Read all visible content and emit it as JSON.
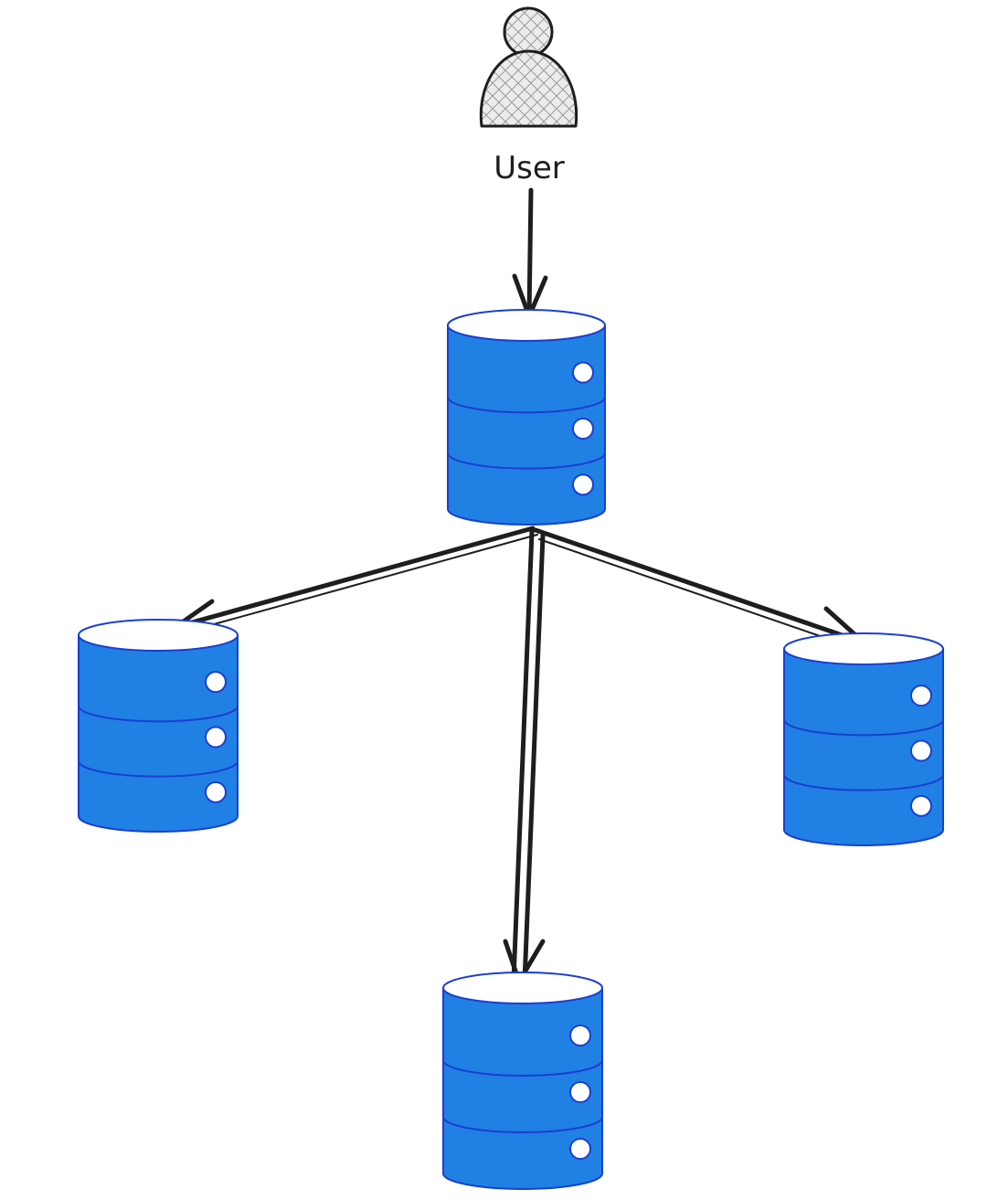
{
  "diagram": {
    "user_label": "User",
    "nodes": [
      {
        "id": "primary",
        "kind": "database",
        "icon": "database-icon"
      },
      {
        "id": "replica-left",
        "kind": "database",
        "icon": "database-icon"
      },
      {
        "id": "replica-bottom",
        "kind": "database",
        "icon": "database-icon"
      },
      {
        "id": "replica-right",
        "kind": "database",
        "icon": "database-icon"
      }
    ],
    "edges": [
      {
        "from": "user",
        "to": "primary"
      },
      {
        "from": "primary",
        "to": "replica-left"
      },
      {
        "from": "primary",
        "to": "replica-bottom"
      },
      {
        "from": "primary",
        "to": "replica-right"
      }
    ],
    "colors": {
      "db_fill": "#2180e3",
      "db_stroke": "#1a3fd0",
      "db_top": "#ffffff",
      "ink": "#1e1e1e",
      "user_fill": "#e8e8e8"
    }
  }
}
